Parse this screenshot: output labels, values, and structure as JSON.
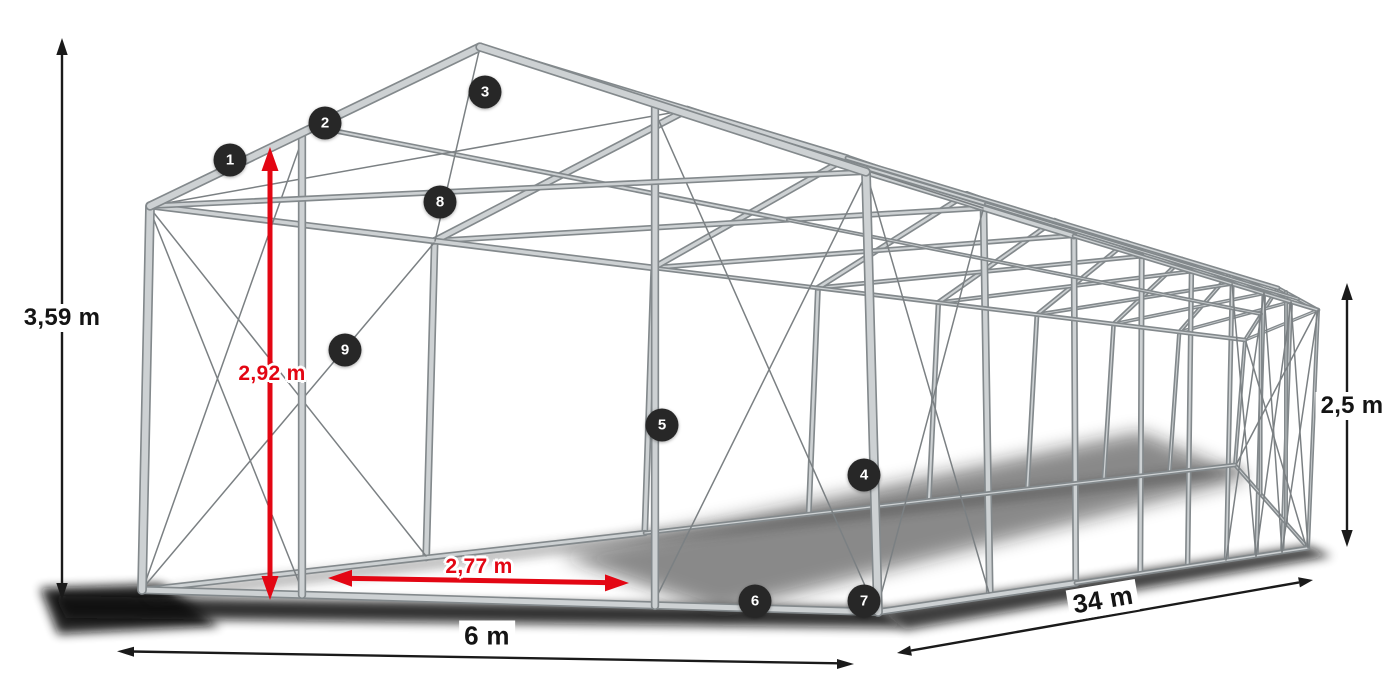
{
  "diagram": {
    "dimensions": {
      "total_height": "3,59 m",
      "ridge_clearance": "2,92 m",
      "side_height": "2,5 m",
      "entrance_width": "2,77 m",
      "width": "6 m",
      "length": "34 m"
    },
    "markers": [
      {
        "label": "1"
      },
      {
        "label": "2"
      },
      {
        "label": "3"
      },
      {
        "label": "4"
      },
      {
        "label": "5"
      },
      {
        "label": "6"
      },
      {
        "label": "7"
      },
      {
        "label": "8"
      },
      {
        "label": "9"
      }
    ],
    "colors": {
      "dimension_red": "#e30613",
      "marker_background": "#272727",
      "frame_gray": "#c9cdd0",
      "arrow_black": "#1a1a1a"
    }
  }
}
